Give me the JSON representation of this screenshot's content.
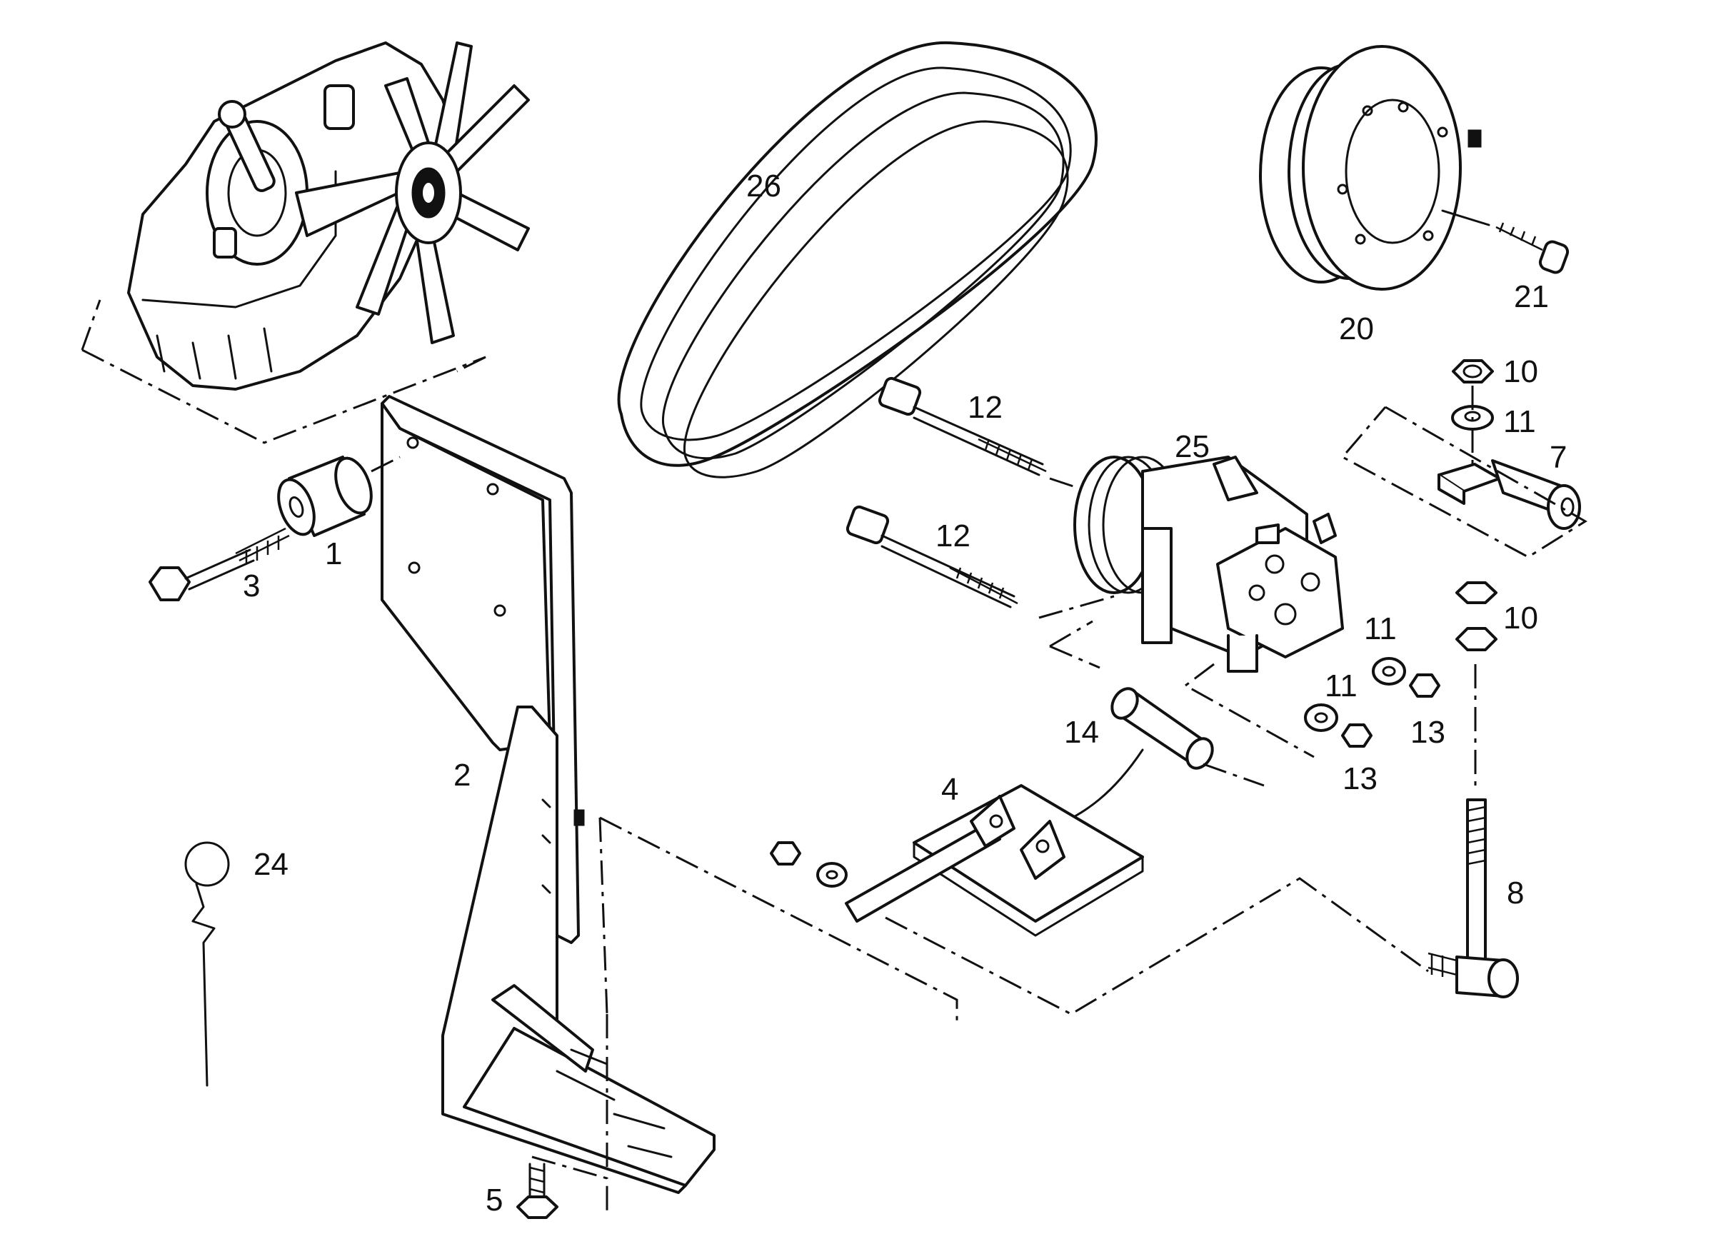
{
  "callouts": {
    "p1": "1",
    "p2": "2",
    "p3": "3",
    "p4": "4",
    "p5": "5",
    "p7": "7",
    "p8": "8",
    "p10a": "10",
    "p10b": "10",
    "p11a": "11",
    "p11b": "11",
    "p11c": "11",
    "p12a": "12",
    "p12b": "12",
    "p13a": "13",
    "p13b": "13",
    "p14": "14",
    "p20": "20",
    "p21": "21",
    "p24": "24",
    "p25": "25",
    "p26": "26"
  },
  "colors": {
    "line": "#111111",
    "background": "#ffffff"
  }
}
